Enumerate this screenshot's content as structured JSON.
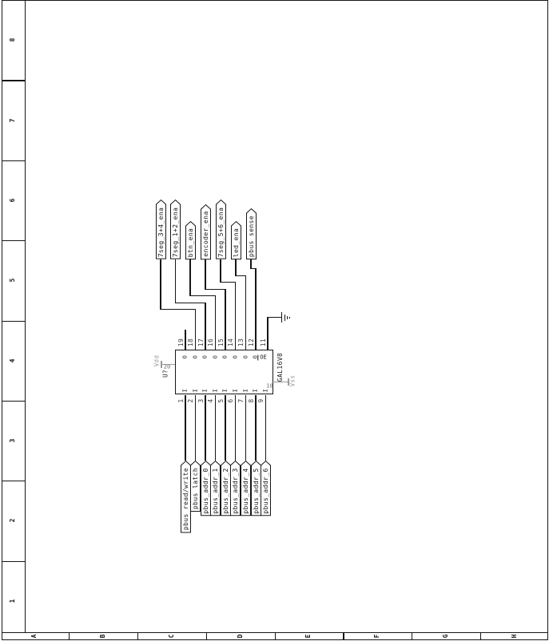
{
  "colors": {
    "paper": "#ffffff",
    "wire": "#161616",
    "power_gray": "#9a9a9a",
    "power_pin_gray": "#6e6e6e",
    "pin_number": "#3c3c3c"
  },
  "frame": {
    "row_labels": [
      "8",
      "7",
      "6",
      "5",
      "4",
      "3",
      "2",
      "1"
    ],
    "col_labels": [
      "A",
      "B",
      "C",
      "D",
      "E",
      "F",
      "G",
      "H"
    ]
  },
  "chip": {
    "part_number": "GAL16V8",
    "refdes": "U?",
    "oe_label": "OE",
    "oe_pin": "11",
    "nc_pin": "19",
    "output_pin_symbol": "O",
    "input_pin_symbol": "I"
  },
  "power": {
    "vdd_net": "Vdd",
    "vdd_pin": "20",
    "vss_net": "Vss",
    "vss_pin": "10"
  },
  "output_nets": [
    {
      "label": "7seg_3+4_ena",
      "pin": "18"
    },
    {
      "label": "7seg_1+2_ena",
      "pin": "17"
    },
    {
      "label": "btn_ena",
      "pin": "16"
    },
    {
      "label": "encoder_ena",
      "pin": "15"
    },
    {
      "label": "7seg_5+6_ena",
      "pin": "14"
    },
    {
      "label": "led_ena",
      "pin": "13"
    },
    {
      "label": "pbus sense",
      "pin": "12"
    }
  ],
  "input_nets": [
    {
      "label": "pbus read/write",
      "pin": "1"
    },
    {
      "label": "pbus latch",
      "pin": "2"
    },
    {
      "label": "pbus_addr_0",
      "pin": "3"
    },
    {
      "label": "pbus_addr_1",
      "pin": "4"
    },
    {
      "label": "pbus_addr_2",
      "pin": "5"
    },
    {
      "label": "pbus_addr_3",
      "pin": "6"
    },
    {
      "label": "pbus_addr_4",
      "pin": "7"
    },
    {
      "label": "pbus_addr_5",
      "pin": "8"
    },
    {
      "label": "pbus_addr_6",
      "pin": "9"
    }
  ]
}
